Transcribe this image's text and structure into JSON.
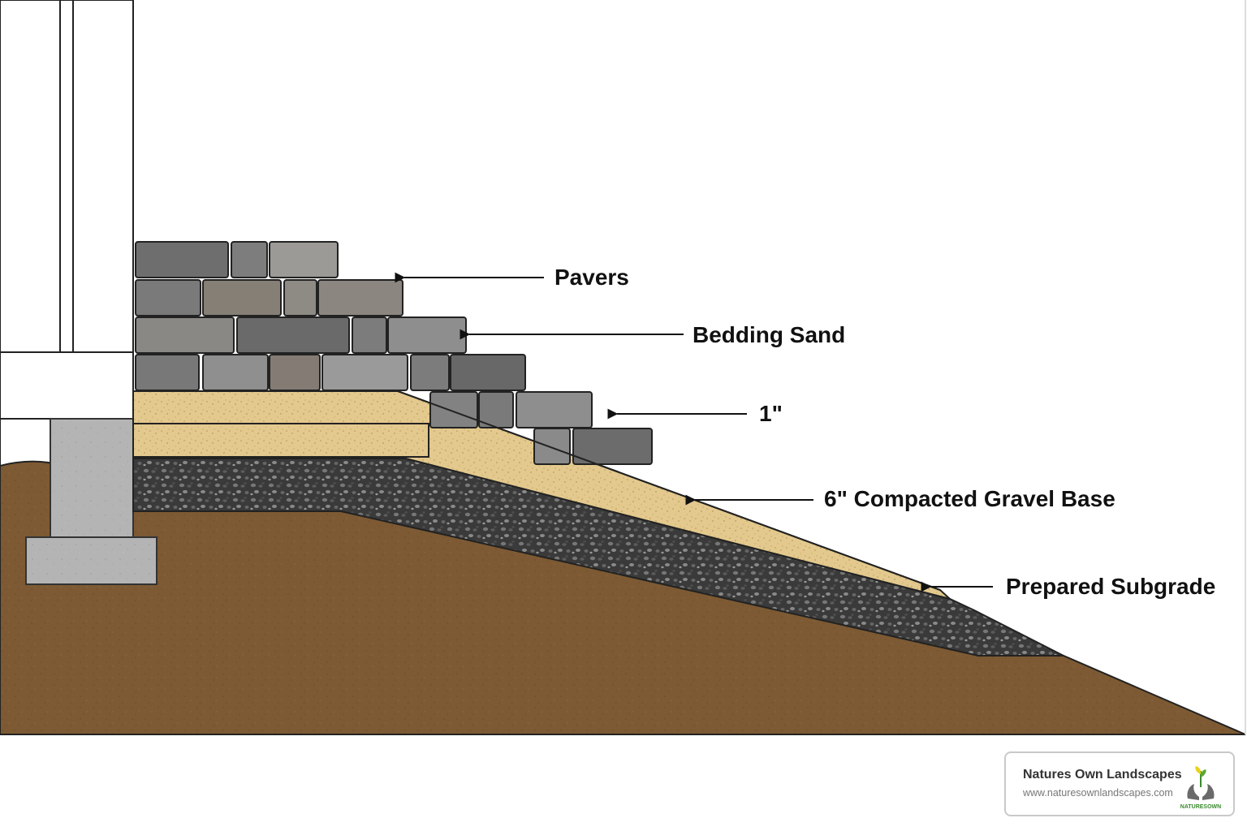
{
  "labels": {
    "pavers": "Pavers",
    "bedding_sand": "Bedding Sand",
    "one_inch": "1\"",
    "gravel_base": "6\" Compacted Gravel Base",
    "subgrade": "Prepared Subgrade"
  },
  "brand": {
    "name": "Natures Own Landscapes",
    "url": "www.naturesownlandscapes.com",
    "logo_text": "NATURESOWN",
    "logo_icon": "hands-sprout-icon"
  },
  "colors": {
    "soil": "#7d5a33",
    "gravel": "#3c3c3c",
    "sand": "#e3c98d",
    "paver_dark": "#6e6e6e",
    "paver_light": "#9a9a9a",
    "concrete": "#b4b4b4",
    "outline": "#222222"
  }
}
